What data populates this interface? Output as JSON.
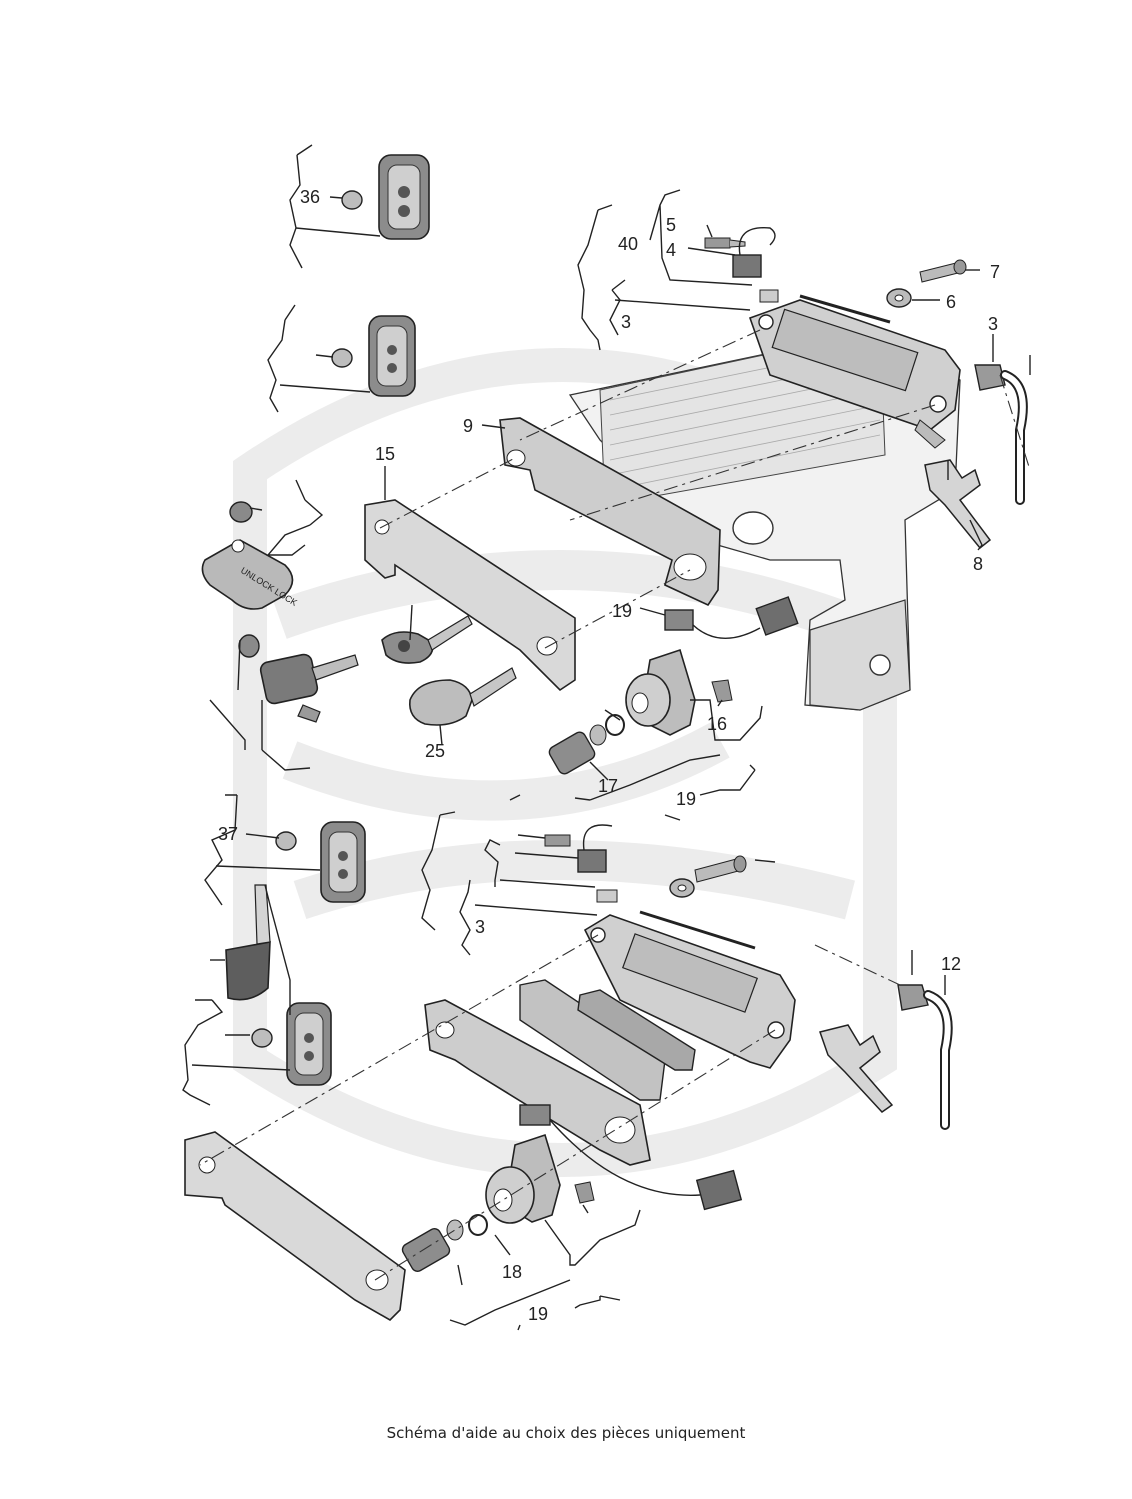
{
  "caption": "Schéma d'aide au choix des pièces uniquement",
  "key_fob_print": "UNLOCK  LOCK",
  "colors": {
    "line": "#222222",
    "part_fill_dark": "#6e6e6e",
    "part_fill_mid": "#9c9c9c",
    "part_fill_light": "#d6d6d6",
    "watermark": "#eeeeee"
  },
  "callouts": {
    "c36": "36",
    "c40": "40",
    "c5": "5",
    "c4": "4",
    "c3a": "3",
    "c7": "7",
    "c6": "6",
    "c3b": "3",
    "c9": "9",
    "c15": "15",
    "c8": "8",
    "c19a": "19",
    "c16": "16",
    "c25": "25",
    "c17": "17",
    "c19b": "19",
    "c37": "37",
    "c3c": "3",
    "c12": "12",
    "c18": "18",
    "c19c": "19"
  }
}
